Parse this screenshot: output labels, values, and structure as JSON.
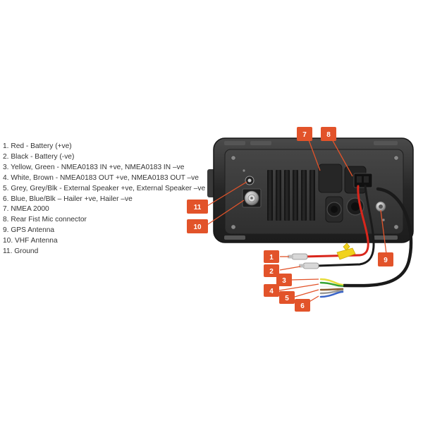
{
  "legend": [
    {
      "num": "1.",
      "text": "Red - Battery (+ve)"
    },
    {
      "num": "2.",
      "text": "Black - Battery (-ve)"
    },
    {
      "num": "3.",
      "text": "Yellow, Green - NMEA0183 IN +ve, NMEA0183 IN –ve"
    },
    {
      "num": "4.",
      "text": "White, Brown - NMEA0183 OUT +ve, NMEA0183 OUT –ve"
    },
    {
      "num": "5.",
      "text": "Grey, Grey/Blk - External Speaker +ve, External Speaker –ve"
    },
    {
      "num": "6.",
      "text": "Blue, Blue/Blk – Hailer +ve, Hailer –ve"
    },
    {
      "num": "7.",
      "text": "NMEA 2000"
    },
    {
      "num": "8.",
      "text": "Rear Fist Mic connector"
    },
    {
      "num": "9.",
      "text": "GPS Antenna"
    },
    {
      "num": "10.",
      "text": "VHF Antenna"
    },
    {
      "num": "11.",
      "text": "Ground"
    }
  ],
  "callouts": [
    "1",
    "2",
    "3",
    "4",
    "5",
    "6",
    "7",
    "8",
    "9",
    "10",
    "11"
  ],
  "colors": {
    "callout": "#e2532a",
    "callout_shadow": "#b63b17",
    "wire_red": "#d9261c",
    "wire_black": "#1a1a1a",
    "fuse_holder": "#f1d21c",
    "housing": "#2b2b2b",
    "rear_panel": "#3c3c3c"
  }
}
